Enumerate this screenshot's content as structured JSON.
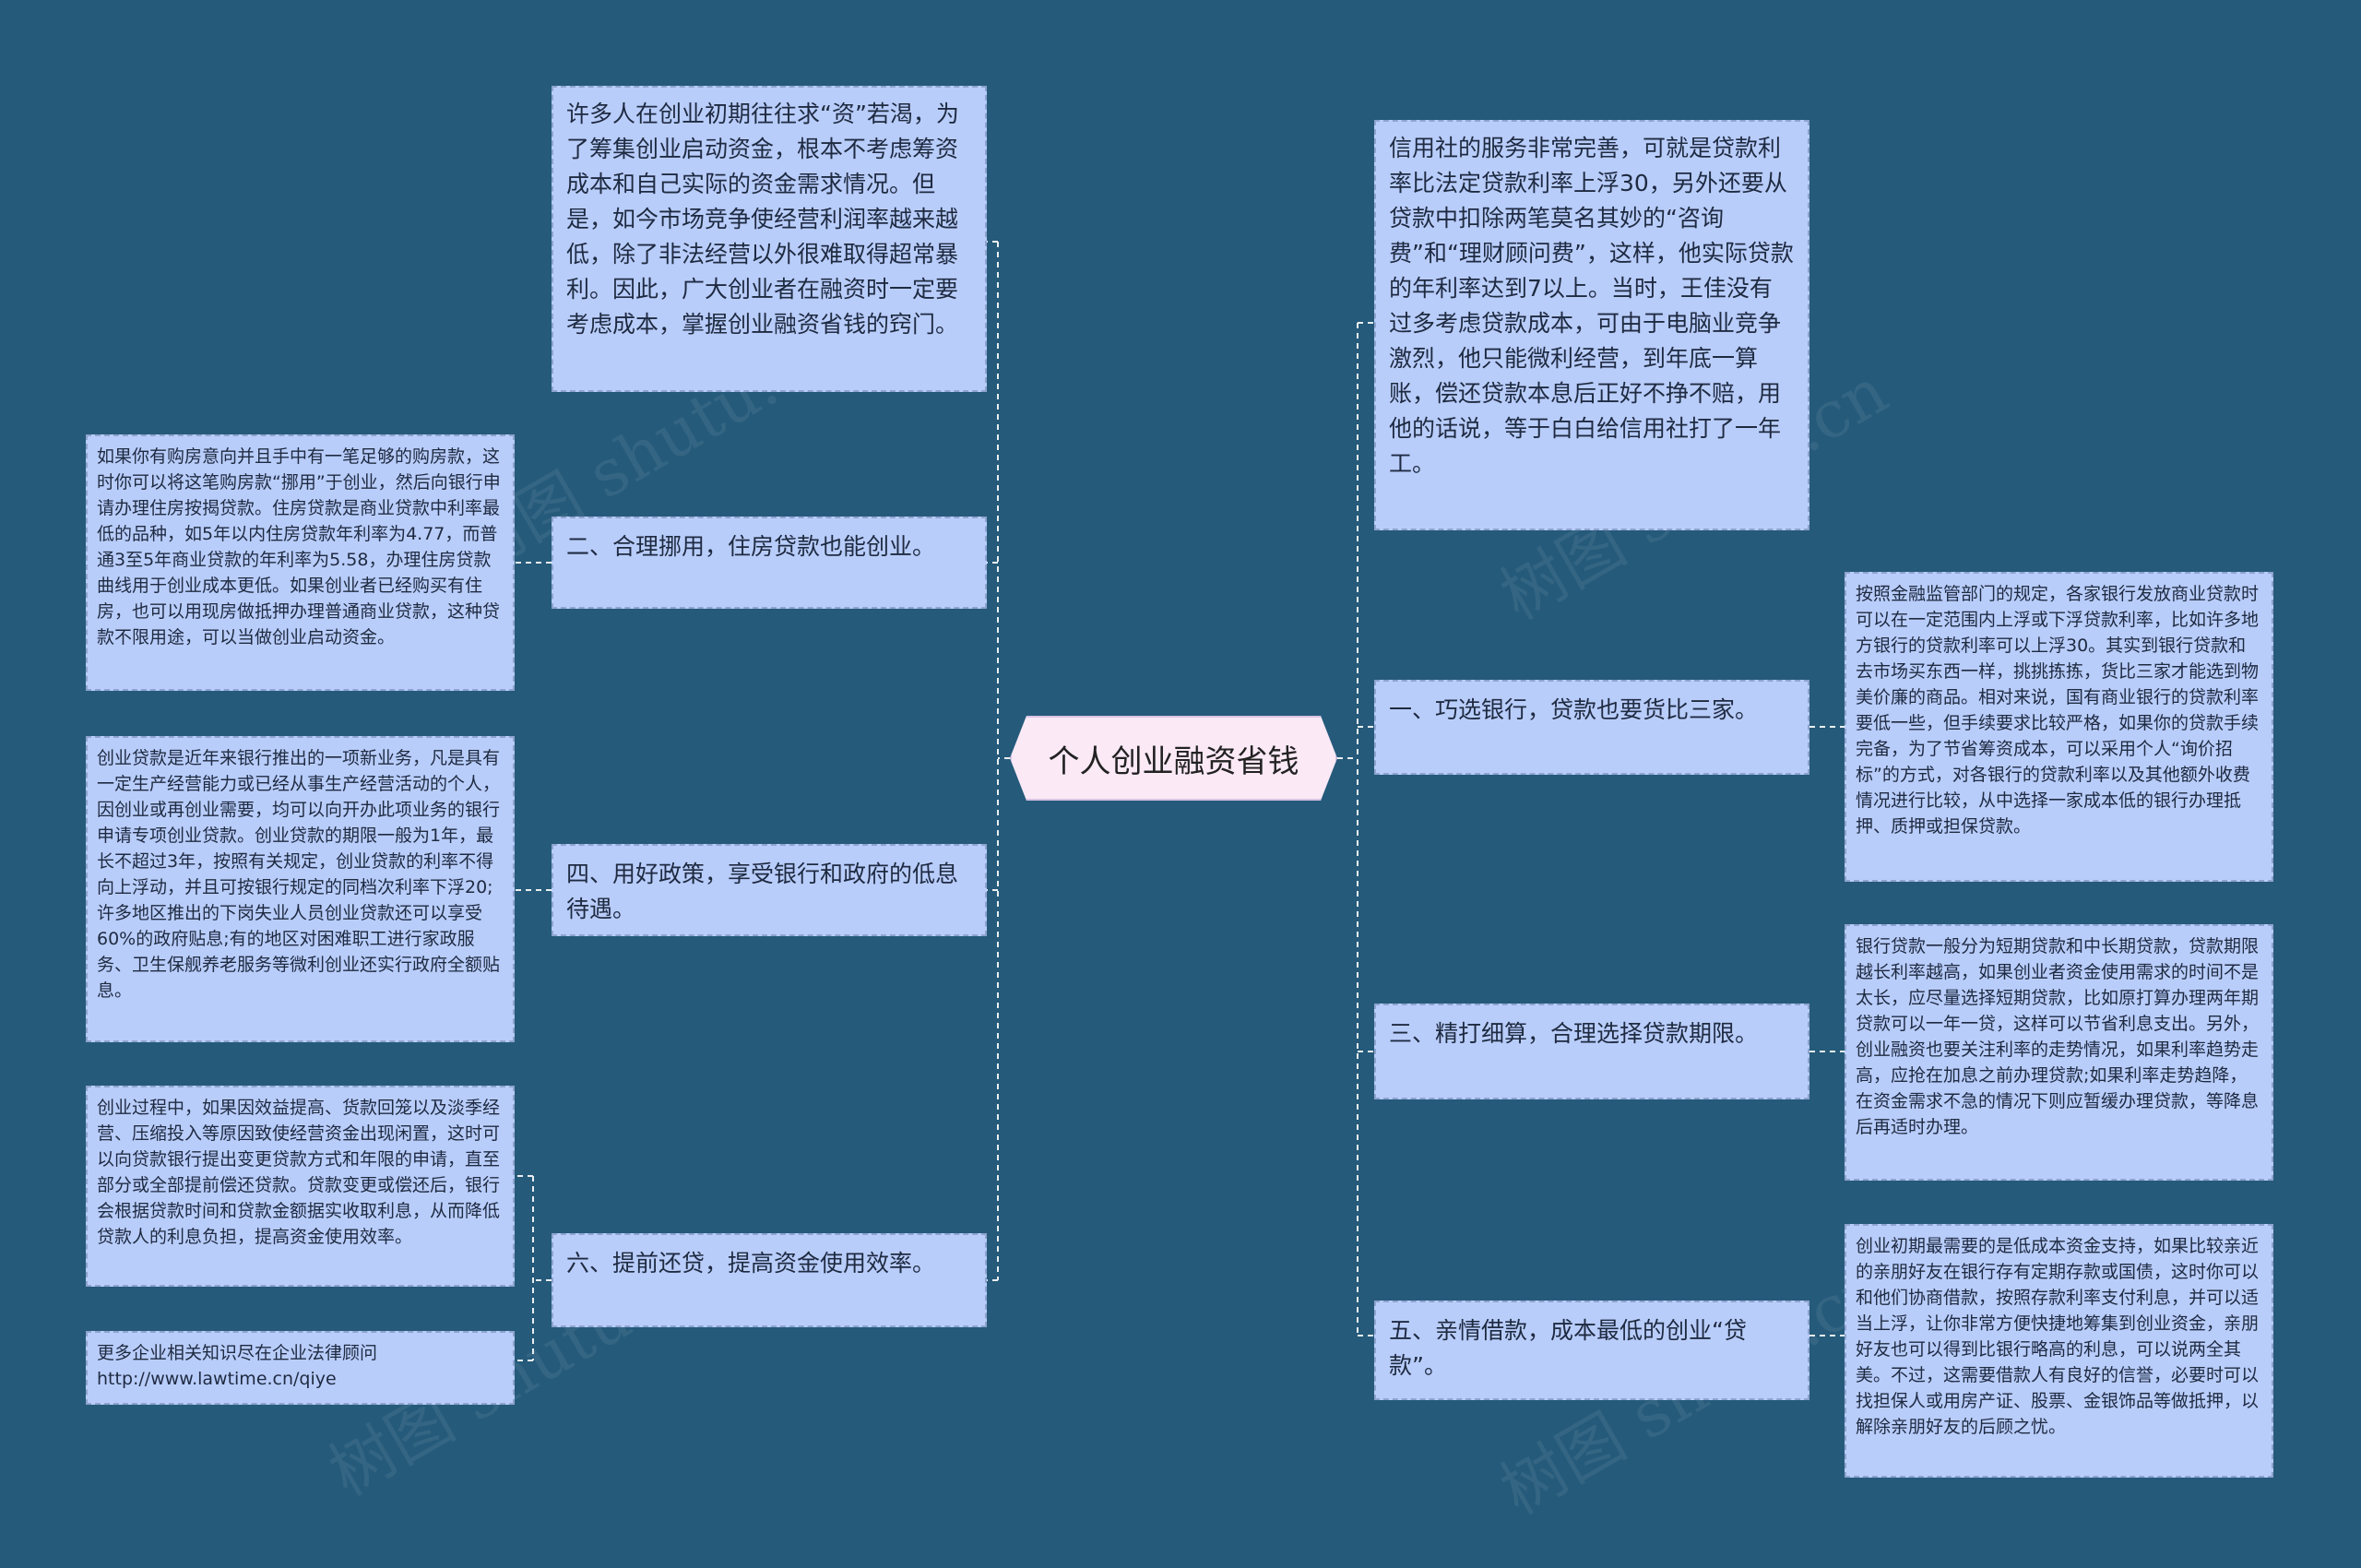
{
  "center": "个人创业融资省钱",
  "left": {
    "intro": "许多人在创业初期往往求“资”若渴，为了筹集创业启动资金，根本不考虑筹资成本和自己实际的资金需求情况。但是，如今市场竞争使经营利润率越来越低，除了非法经营以外很难取得超常暴利。因此，广大创业者在融资时一定要考虑成本，掌握创业融资省钱的窍门。",
    "b2_title": "二、合理挪用，住房贷款也能创业。",
    "b2_detail": "如果你有购房意向并且手中有一笔足够的购房款，这时你可以将这笔购房款“挪用”于创业，然后向银行申请办理住房按揭贷款。住房贷款是商业贷款中利率最低的品种，如5年以内住房贷款年利率为4.77，而普通3至5年商业贷款的年利率为5.58，办理住房贷款曲线用于创业成本更低。如果创业者已经购买有住房，也可以用现房做抵押办理普通商业贷款，这种贷款不限用途，可以当做创业启动资金。",
    "b4_title": "四、用好政策，享受银行和政府的低息待遇。",
    "b4_detail": "创业贷款是近年来银行推出的一项新业务，凡是具有一定生产经营能力或已经从事生产经营活动的个人，因创业或再创业需要，均可以向开办此项业务的银行申请专项创业贷款。创业贷款的期限一般为1年，最长不超过3年，按照有关规定，创业贷款的利率不得向上浮动，并且可按银行规定的同档次利率下浮20;许多地区推出的下岗失业人员创业贷款还可以享受60%的政府贴息;有的地区对困难职工进行家政服务、卫生保舰养老服务等微利创业还实行政府全额贴息。",
    "b6_title": "六、提前还贷，提高资金使用效率。",
    "b6_detail": "创业过程中，如果因效益提高、货款回笼以及淡季经营、压缩投入等原因致使经营资金出现闲置，这时可以向贷款银行提出变更贷款方式和年限的申请，直至部分或全部提前偿还贷款。贷款变更或偿还后，银行会根据贷款时间和贷款金额据实收取利息，从而降低贷款人的利息负担，提高资金使用效率。",
    "more": "更多企业相关知识尽在企业法律顾问http://www.lawtime.cn/qiye"
  },
  "right": {
    "intro": "信用社的服务非常完善，可就是贷款利率比法定贷款利率上浮30，另外还要从贷款中扣除两笔莫名其妙的“咨询费”和“理财顾问费”，这样，他实际贷款的年利率达到7以上。当时，王佳没有过多考虑贷款成本，可由于电脑业竞争激烈，他只能微利经营，到年底一算账，偿还贷款本息后正好不挣不赔，用他的话说，等于白白给信用社打了一年工。",
    "b1_title": "一、巧选银行，贷款也要货比三家。",
    "b1_detail": "按照金融监管部门的规定，各家银行发放商业贷款时可以在一定范围内上浮或下浮贷款利率，比如许多地方银行的贷款利率可以上浮30。其实到银行贷款和去市场买东西一样，挑挑拣拣，货比三家才能选到物美价廉的商品。相对来说，国有商业银行的贷款利率要低一些，但手续要求比较严格，如果你的贷款手续完备，为了节省筹资成本，可以采用个人“询价招标”的方式，对各银行的贷款利率以及其他额外收费情况进行比较，从中选择一家成本低的银行办理抵押、质押或担保贷款。",
    "b3_title": "三、精打细算，合理选择贷款期限。",
    "b3_detail": "银行贷款一般分为短期贷款和中长期贷款，贷款期限越长利率越高，如果创业者资金使用需求的时间不是太长，应尽量选择短期贷款，比如原打算办理两年期贷款可以一年一贷，这样可以节省利息支出。另外，创业融资也要关注利率的走势情况，如果利率趋势走高，应抢在加息之前办理贷款;如果利率走势趋降，在资金需求不急的情况下则应暂缓办理贷款，等降息后再适时办理。",
    "b5_title": "五、亲情借款，成本最低的创业“贷款”。",
    "b5_detail": "创业初期最需要的是低成本资金支持，如果比较亲近的亲朋好友在银行存有定期存款或国债，这时你可以和他们协商借款，按照存款利率支付利息，并可以适当上浮，让你非常方便快捷地筹集到创业资金，亲朋好友也可以得到比银行略高的利息，可以说两全其美。不过，这需要借款人有良好的信誉，必要时可以找担保人或用房产证、股票、金银饰品等做抵押，以解除亲朋好友的后顾之忧。"
  },
  "watermark": "树图 shutu.cn",
  "colors": {
    "background": "#255a7a",
    "node_fill": "#b9cdfb",
    "node_border": "#8ea3cf",
    "center_fill": "#fbe9f6",
    "link": "#ffffff"
  }
}
